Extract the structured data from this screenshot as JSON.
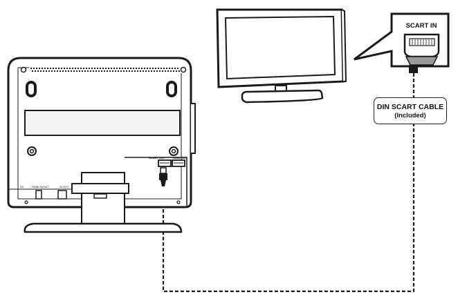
{
  "labels": {
    "scart_in": "SCART IN",
    "cable_line1": "DIN SCART CABLE",
    "cable_line2": "(Included)",
    "scart_out": "SCART OUT",
    "hdmi_out": "HDMI OUT",
    "port_dc": "DC",
    "port_hdmi": "HDMI IN/OUT",
    "port_power": "IN OUT"
  },
  "colors": {
    "line": "#1a1a1a",
    "fill": "#ffffff",
    "panel": "#f4f4f4"
  }
}
